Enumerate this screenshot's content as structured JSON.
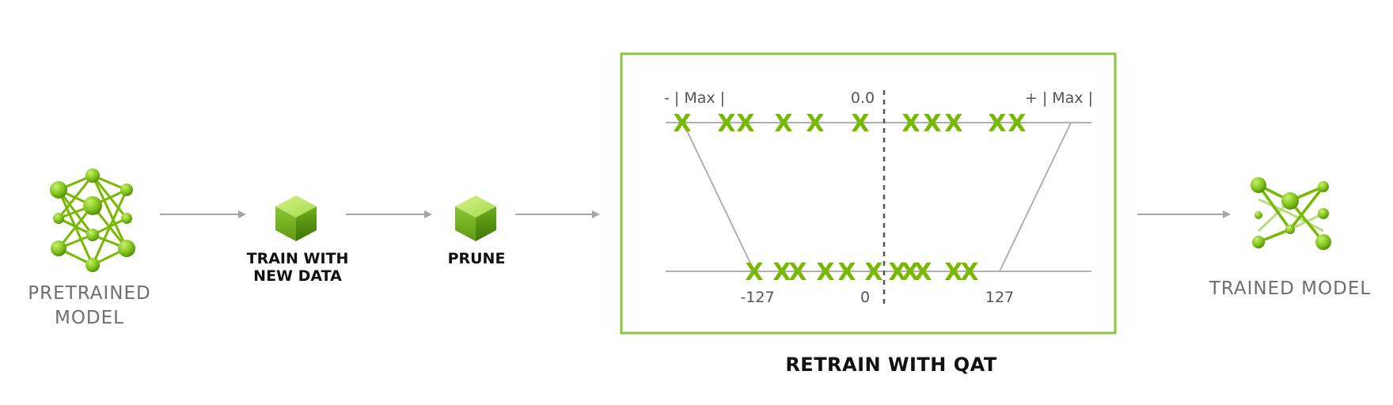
{
  "steps": {
    "pretrained": {
      "line1": "PRETRAINED",
      "line2": "MODEL"
    },
    "train": {
      "line1": "TRAIN WITH",
      "line2": "NEW DATA"
    },
    "prune": {
      "label": "PRUNE"
    },
    "retrain": {
      "label": "RETRAIN WITH QAT"
    },
    "trained": {
      "label": "TRAINED MODEL"
    }
  },
  "qat": {
    "top_axis": {
      "left": "- | Max |",
      "center": "0.0",
      "right": "+ | Max |"
    },
    "bottom_axis": {
      "left": "-127",
      "center": "0",
      "right": "127"
    },
    "mark_glyph": "X"
  },
  "colors": {
    "accent": "#76b900",
    "arrow": "#a6a6a6",
    "line": "#b0b0b0"
  },
  "icons": {
    "pretrained": "neural-network-icon",
    "train": "cube-icon",
    "prune": "cube-icon",
    "trained": "pruned-neural-network-icon"
  }
}
